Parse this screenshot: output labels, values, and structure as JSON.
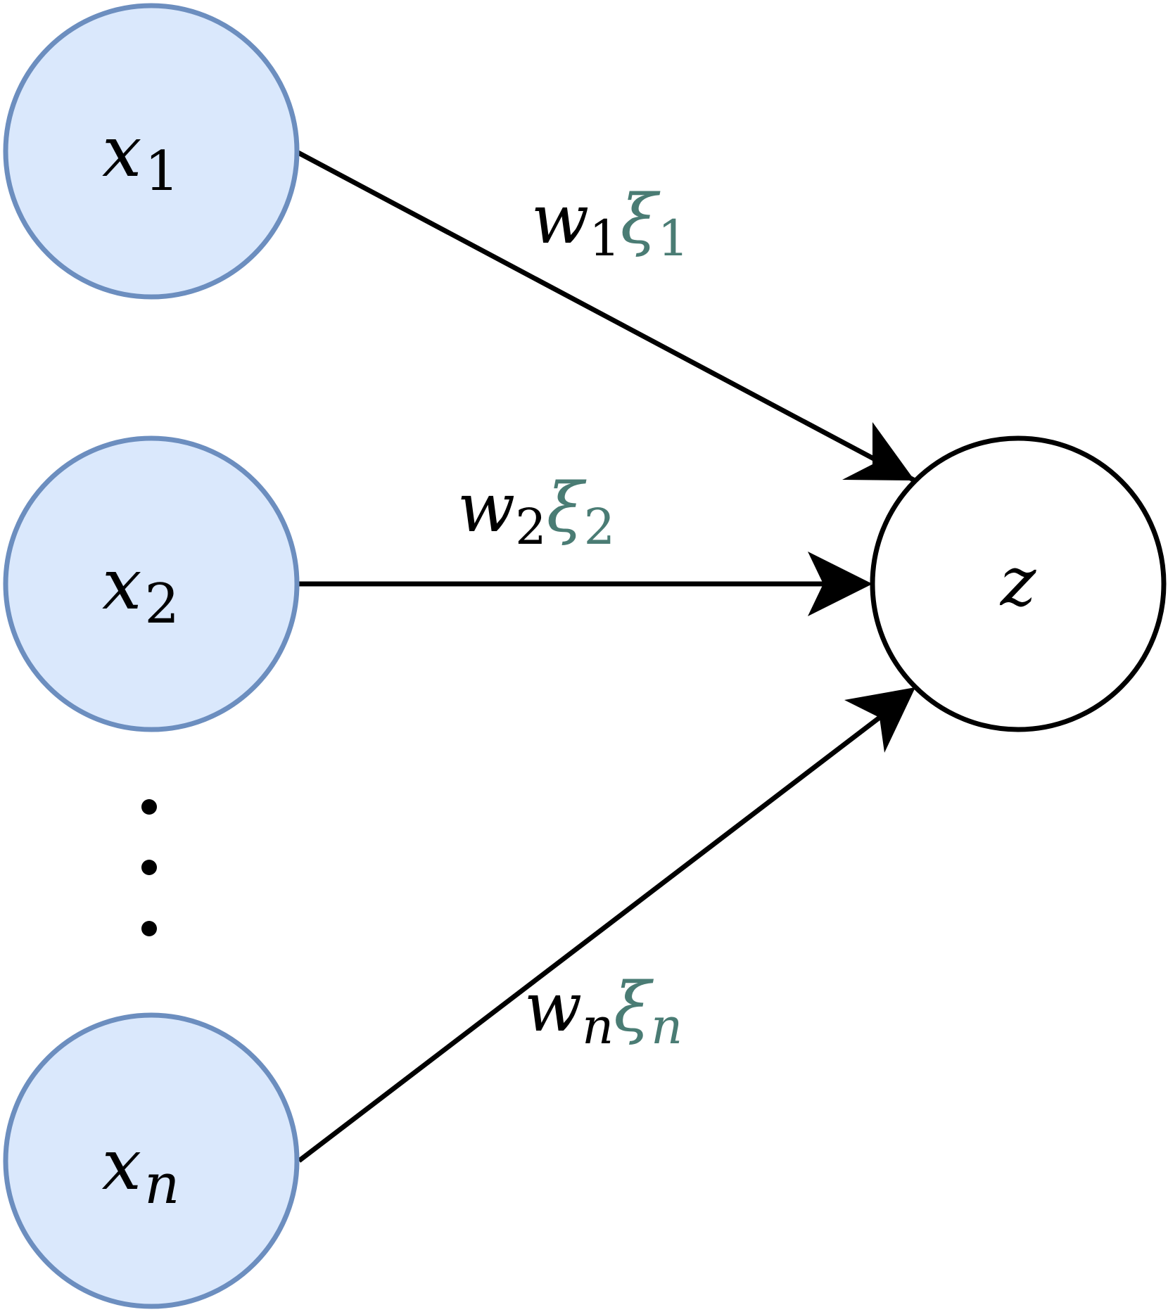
{
  "colors": {
    "input_fill": "#dae8fc",
    "input_stroke": "#6c8ebf",
    "output_fill": "#ffffff",
    "output_stroke": "#000000",
    "edge": "#000000",
    "xi": "#4a7c74",
    "text": "#000000"
  },
  "inputs": [
    {
      "id": "x1",
      "var": "x",
      "sub": "1"
    },
    {
      "id": "x2",
      "var": "x",
      "sub": "2"
    },
    {
      "id": "xn",
      "var": "x",
      "sub": "n"
    }
  ],
  "output": {
    "var": "z"
  },
  "edges": [
    {
      "from": "x1",
      "w_var": "w",
      "w_sub": "1",
      "xi_var": "ξ",
      "xi_sub": "1"
    },
    {
      "from": "x2",
      "w_var": "w",
      "w_sub": "2",
      "xi_var": "ξ",
      "xi_sub": "2"
    },
    {
      "from": "xn",
      "w_var": "w",
      "w_sub": "n",
      "xi_var": "ξ",
      "xi_sub": "n"
    }
  ],
  "ellipsis": "⋮"
}
